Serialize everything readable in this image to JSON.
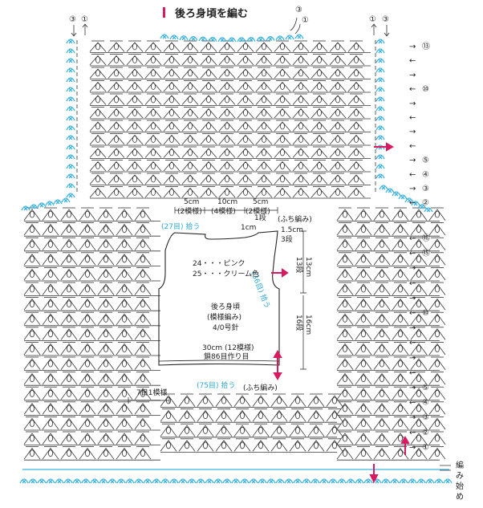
{
  "title": "後ろ身頃を編む",
  "colors": {
    "title_mark": "#d81b60",
    "accent_blue": "#2aa7d6",
    "arrow_red": "#d81b60",
    "ink": "#333333"
  },
  "top_labels": {
    "left": [
      "③",
      "①"
    ],
    "center": [
      "③",
      "①"
    ],
    "right": [
      "①",
      "③"
    ]
  },
  "right_rows": {
    "upper": [
      {
        "num": "⑬",
        "dir": "→"
      },
      {
        "num": "",
        "dir": "←"
      },
      {
        "num": "",
        "dir": "→"
      },
      {
        "num": "⑩",
        "dir": "←"
      },
      {
        "num": "",
        "dir": "→"
      },
      {
        "num": "",
        "dir": "←"
      },
      {
        "num": "",
        "dir": "→"
      },
      {
        "num": "",
        "dir": "←"
      },
      {
        "num": "⑤",
        "dir": "→"
      },
      {
        "num": "④",
        "dir": "←"
      },
      {
        "num": "③",
        "dir": "→"
      },
      {
        "num": "②",
        "dir": "←"
      }
    ],
    "lower": [
      {
        "num": "⑯",
        "dir": "←"
      },
      {
        "num": "⑮",
        "dir": "←"
      },
      {
        "num": "",
        "dir": "→"
      },
      {
        "num": "",
        "dir": "←"
      },
      {
        "num": "",
        "dir": "→"
      },
      {
        "num": "⑩",
        "dir": "←"
      },
      {
        "num": "",
        "dir": "→"
      },
      {
        "num": "",
        "dir": "←"
      },
      {
        "num": "",
        "dir": "→"
      },
      {
        "num": "",
        "dir": "←"
      },
      {
        "num": "⑤",
        "dir": "→"
      },
      {
        "num": "④",
        "dir": "←"
      },
      {
        "num": "③",
        "dir": "→"
      },
      {
        "num": "②",
        "dir": "←"
      },
      {
        "num": "①",
        "dir": "→"
      }
    ],
    "start_label": "編み始め"
  },
  "schematic": {
    "top_dims": [
      {
        "value": "5cm",
        "note": "(2模様)"
      },
      {
        "value": "10cm",
        "note": "(4模様)"
      },
      {
        "value": "5cm",
        "note": "(2模様)"
      }
    ],
    "neck_pickup": "(27目) 拾う",
    "neck_height": "1cm",
    "neck_rows": "1段",
    "edge_label_top": "(ふち編み)",
    "edge_height": "1.5cm",
    "edge_rows": "3段",
    "armhole_pickup": "(36目) 拾う",
    "armhole_height": "13cm",
    "armhole_rows": "13段",
    "side_height": "16cm",
    "side_rows": "16段",
    "colors": [
      "24・・・ピンク",
      "25・・・クリーム色"
    ],
    "body_name": "後ろ身頃",
    "body_pattern": "(模様編み)",
    "needle": "4/0号針",
    "width": "30cm (12模様)",
    "chain": "鎖86目作り目",
    "hem_pickup": "(75目) 拾う",
    "edge_label_bottom": "(ふち編み)"
  },
  "repeat_label": "7目1模様"
}
